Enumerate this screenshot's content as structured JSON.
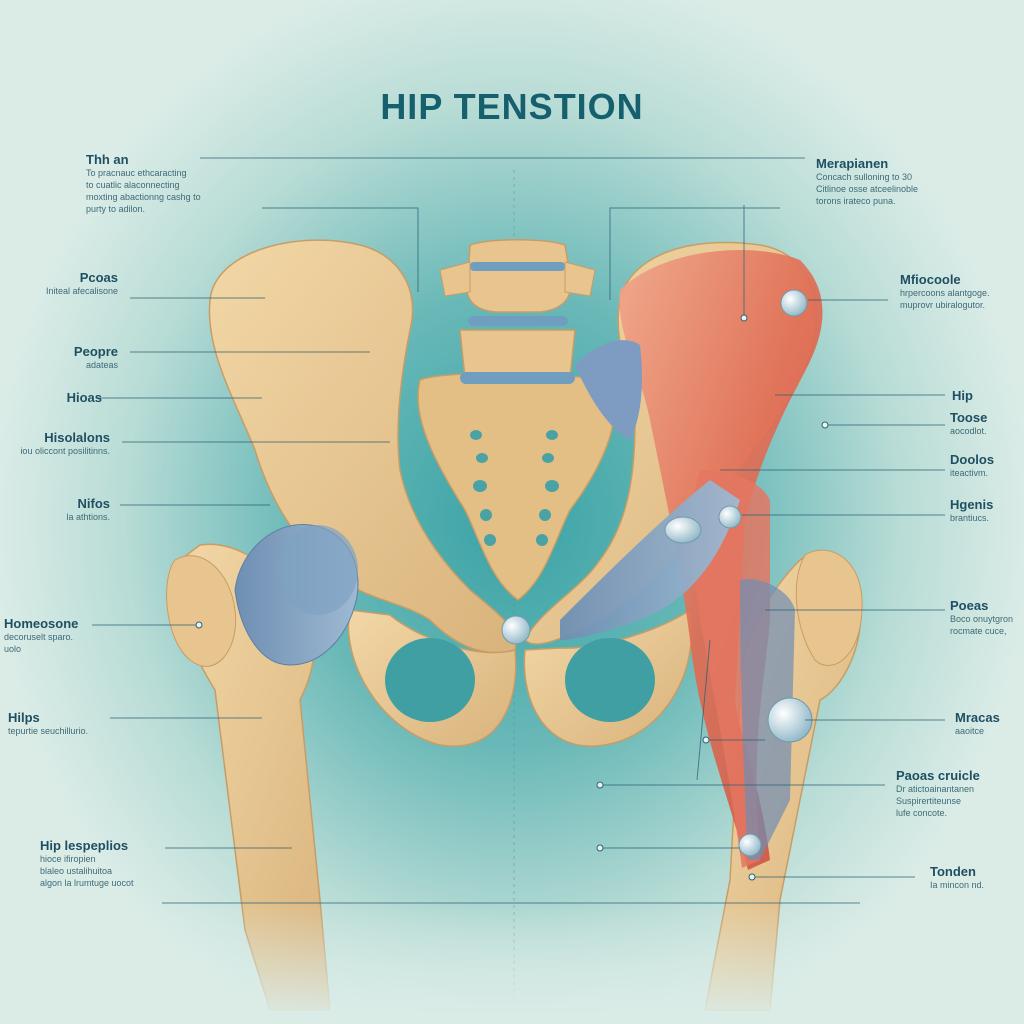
{
  "title": "HIP TENSTION",
  "labels": {
    "left": [
      {
        "heading": "Thh an",
        "desc": [
          "To pracnauc ethcaracting",
          "to cuatlic alaconnecting",
          "moxting abactionng cashg to",
          "purty to adilon."
        ]
      },
      {
        "heading": "Pcoas",
        "desc": [
          "Initeal afecalisone"
        ]
      },
      {
        "heading": "Peopre",
        "desc": [
          "adateas"
        ]
      },
      {
        "heading": "Hioas",
        "desc": []
      },
      {
        "heading": "Hisolalons",
        "desc": [
          "iou oliccont posilitinns."
        ]
      },
      {
        "heading": "Nifos",
        "desc": [
          "la athtions."
        ]
      },
      {
        "heading": "Homeosone",
        "desc": [
          "decoruselt sparo.",
          "uolo"
        ]
      },
      {
        "heading": "Hilps",
        "desc": [
          "tepurtie seuchillurio."
        ]
      },
      {
        "heading": "Hip lespeplios",
        "desc": [
          "hioce ifiropien",
          "blaleo ustalihuitoa",
          "algon la lrumtuge uocot"
        ]
      }
    ],
    "right": [
      {
        "heading": "Merapianen",
        "desc": [
          "Concach sulloning to 30",
          "Citlinoe osse atceelinoble",
          "torons irateco puna."
        ]
      },
      {
        "heading": "Mfiocoole",
        "desc": [
          "hrpercoons alantgoge.",
          "muprovr ubiralogutor."
        ]
      },
      {
        "heading": "Hip",
        "desc": []
      },
      {
        "heading": "Toose",
        "desc": [
          "aocodlot."
        ]
      },
      {
        "heading": "Doolos",
        "desc": [
          "iteactivm."
        ]
      },
      {
        "heading": "Hgenis",
        "desc": [
          "brantiucs."
        ]
      },
      {
        "heading": "Poeas",
        "desc": [
          "Boco onuytgron",
          "rocmate cuce,"
        ]
      },
      {
        "heading": "Mracas",
        "desc": [
          "aaoitce"
        ]
      },
      {
        "heading": "Paoas cruicle",
        "desc": [
          "Dr atictoainantanen",
          "Suspirertiteunse",
          "lufe concote."
        ]
      },
      {
        "heading": "Tonden",
        "desc": [
          "Ia mincon nd."
        ]
      }
    ]
  }
}
